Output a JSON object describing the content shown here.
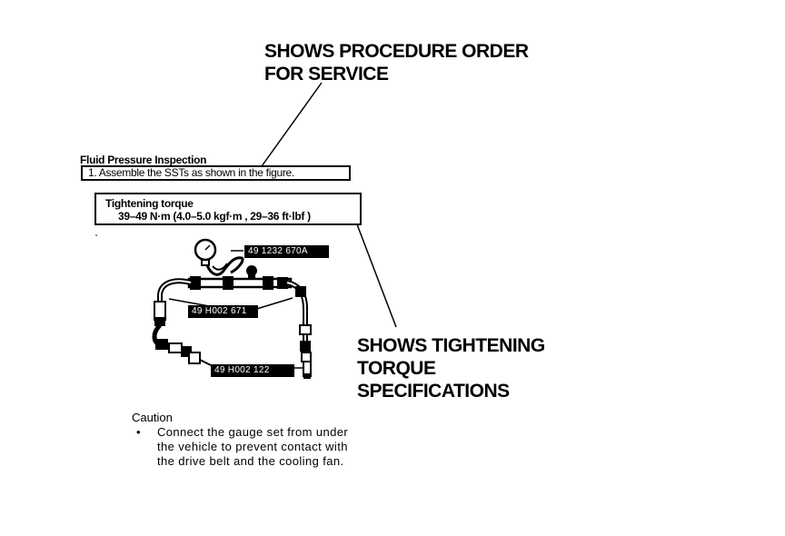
{
  "callouts": {
    "procedure": [
      "SHOWS PROCEDURE ORDER",
      "FOR SERVICE"
    ],
    "torque": [
      "SHOWS TIGHTENING",
      "TORQUE",
      "SPECIFICATIONS"
    ]
  },
  "section": {
    "heading": "Fluid Pressure Inspection",
    "step": "1. Assemble the SSTs as shown in the figure."
  },
  "torque_box": {
    "label": "Tightening torque",
    "value": "39–49 N·m (4.0–5.0 kgf·m , 29–36 ft·lbf )"
  },
  "tool_tags": [
    "49 1232 670A",
    "49 H002 671",
    "49 H002 122"
  ],
  "caution": {
    "title": "Caution",
    "bullet": "•",
    "lines": [
      "Connect the gauge set from under",
      "the vehicle to prevent contact with",
      "the drive belt and the cooling fan."
    ]
  }
}
